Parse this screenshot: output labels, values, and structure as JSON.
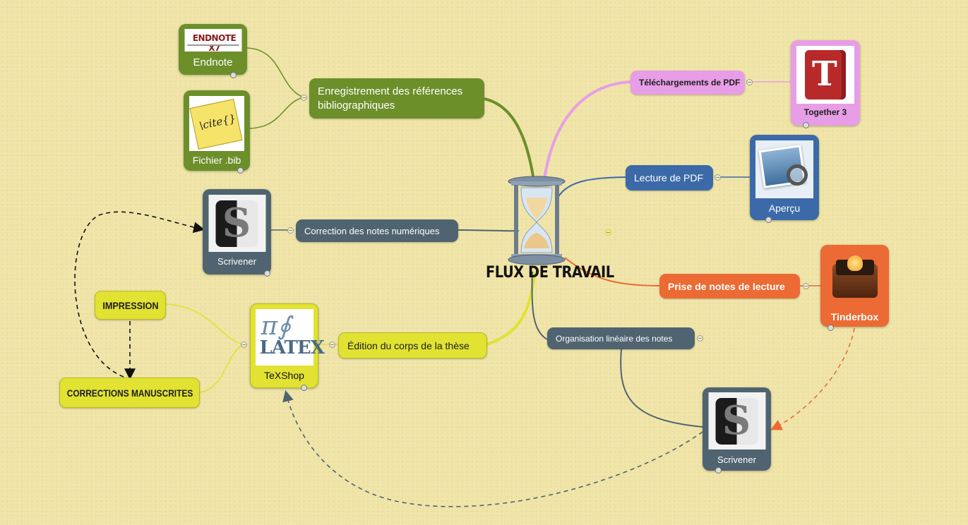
{
  "title": "FLUX DE TRAVAIL",
  "colors": {
    "green": "#6c8f2a",
    "slate": "#4f6470",
    "pink": "#e79ee6",
    "blue": "#3c6aa8",
    "orange": "#ec6a33",
    "yellow": "#e1e232",
    "background": "#efe4a6"
  },
  "branches": {
    "references": "Enregistrement des références bibliographiques",
    "correction": "Correction des notes numériques",
    "edition": "Édition du corps de la thèse",
    "telechargement": "Téléchargements de PDF",
    "lecture": "Lecture de PDF",
    "prise_notes": "Prise de notes de lecture",
    "organisation": "Organisation linéaire des notes",
    "impression": "IMPRESSION",
    "corrections_manuscrites": "CORRECTIONS MANUSCRITES"
  },
  "apps": {
    "endnote": {
      "label": "Endnote",
      "logo_text": "ENDNOTE X7",
      "icon": "endnote-logo-icon"
    },
    "fichier_bib": {
      "label": "Fichier .bib",
      "logo_text": "\\cite{}",
      "icon": "cite-notepad-icon"
    },
    "scrivener_top": {
      "label": "Scrivener",
      "icon": "scrivener-icon"
    },
    "texshop": {
      "label": "TeXShop",
      "icon": "latex-icon"
    },
    "together": {
      "label": "Together 3",
      "icon": "together-icon"
    },
    "apercu": {
      "label": "Aperçu",
      "icon": "preview-icon"
    },
    "tinderbox": {
      "label": "Tinderbox",
      "icon": "tinderbox-icon"
    },
    "scrivener_bottom": {
      "label": "Scrivener",
      "icon": "scrivener-icon"
    }
  }
}
